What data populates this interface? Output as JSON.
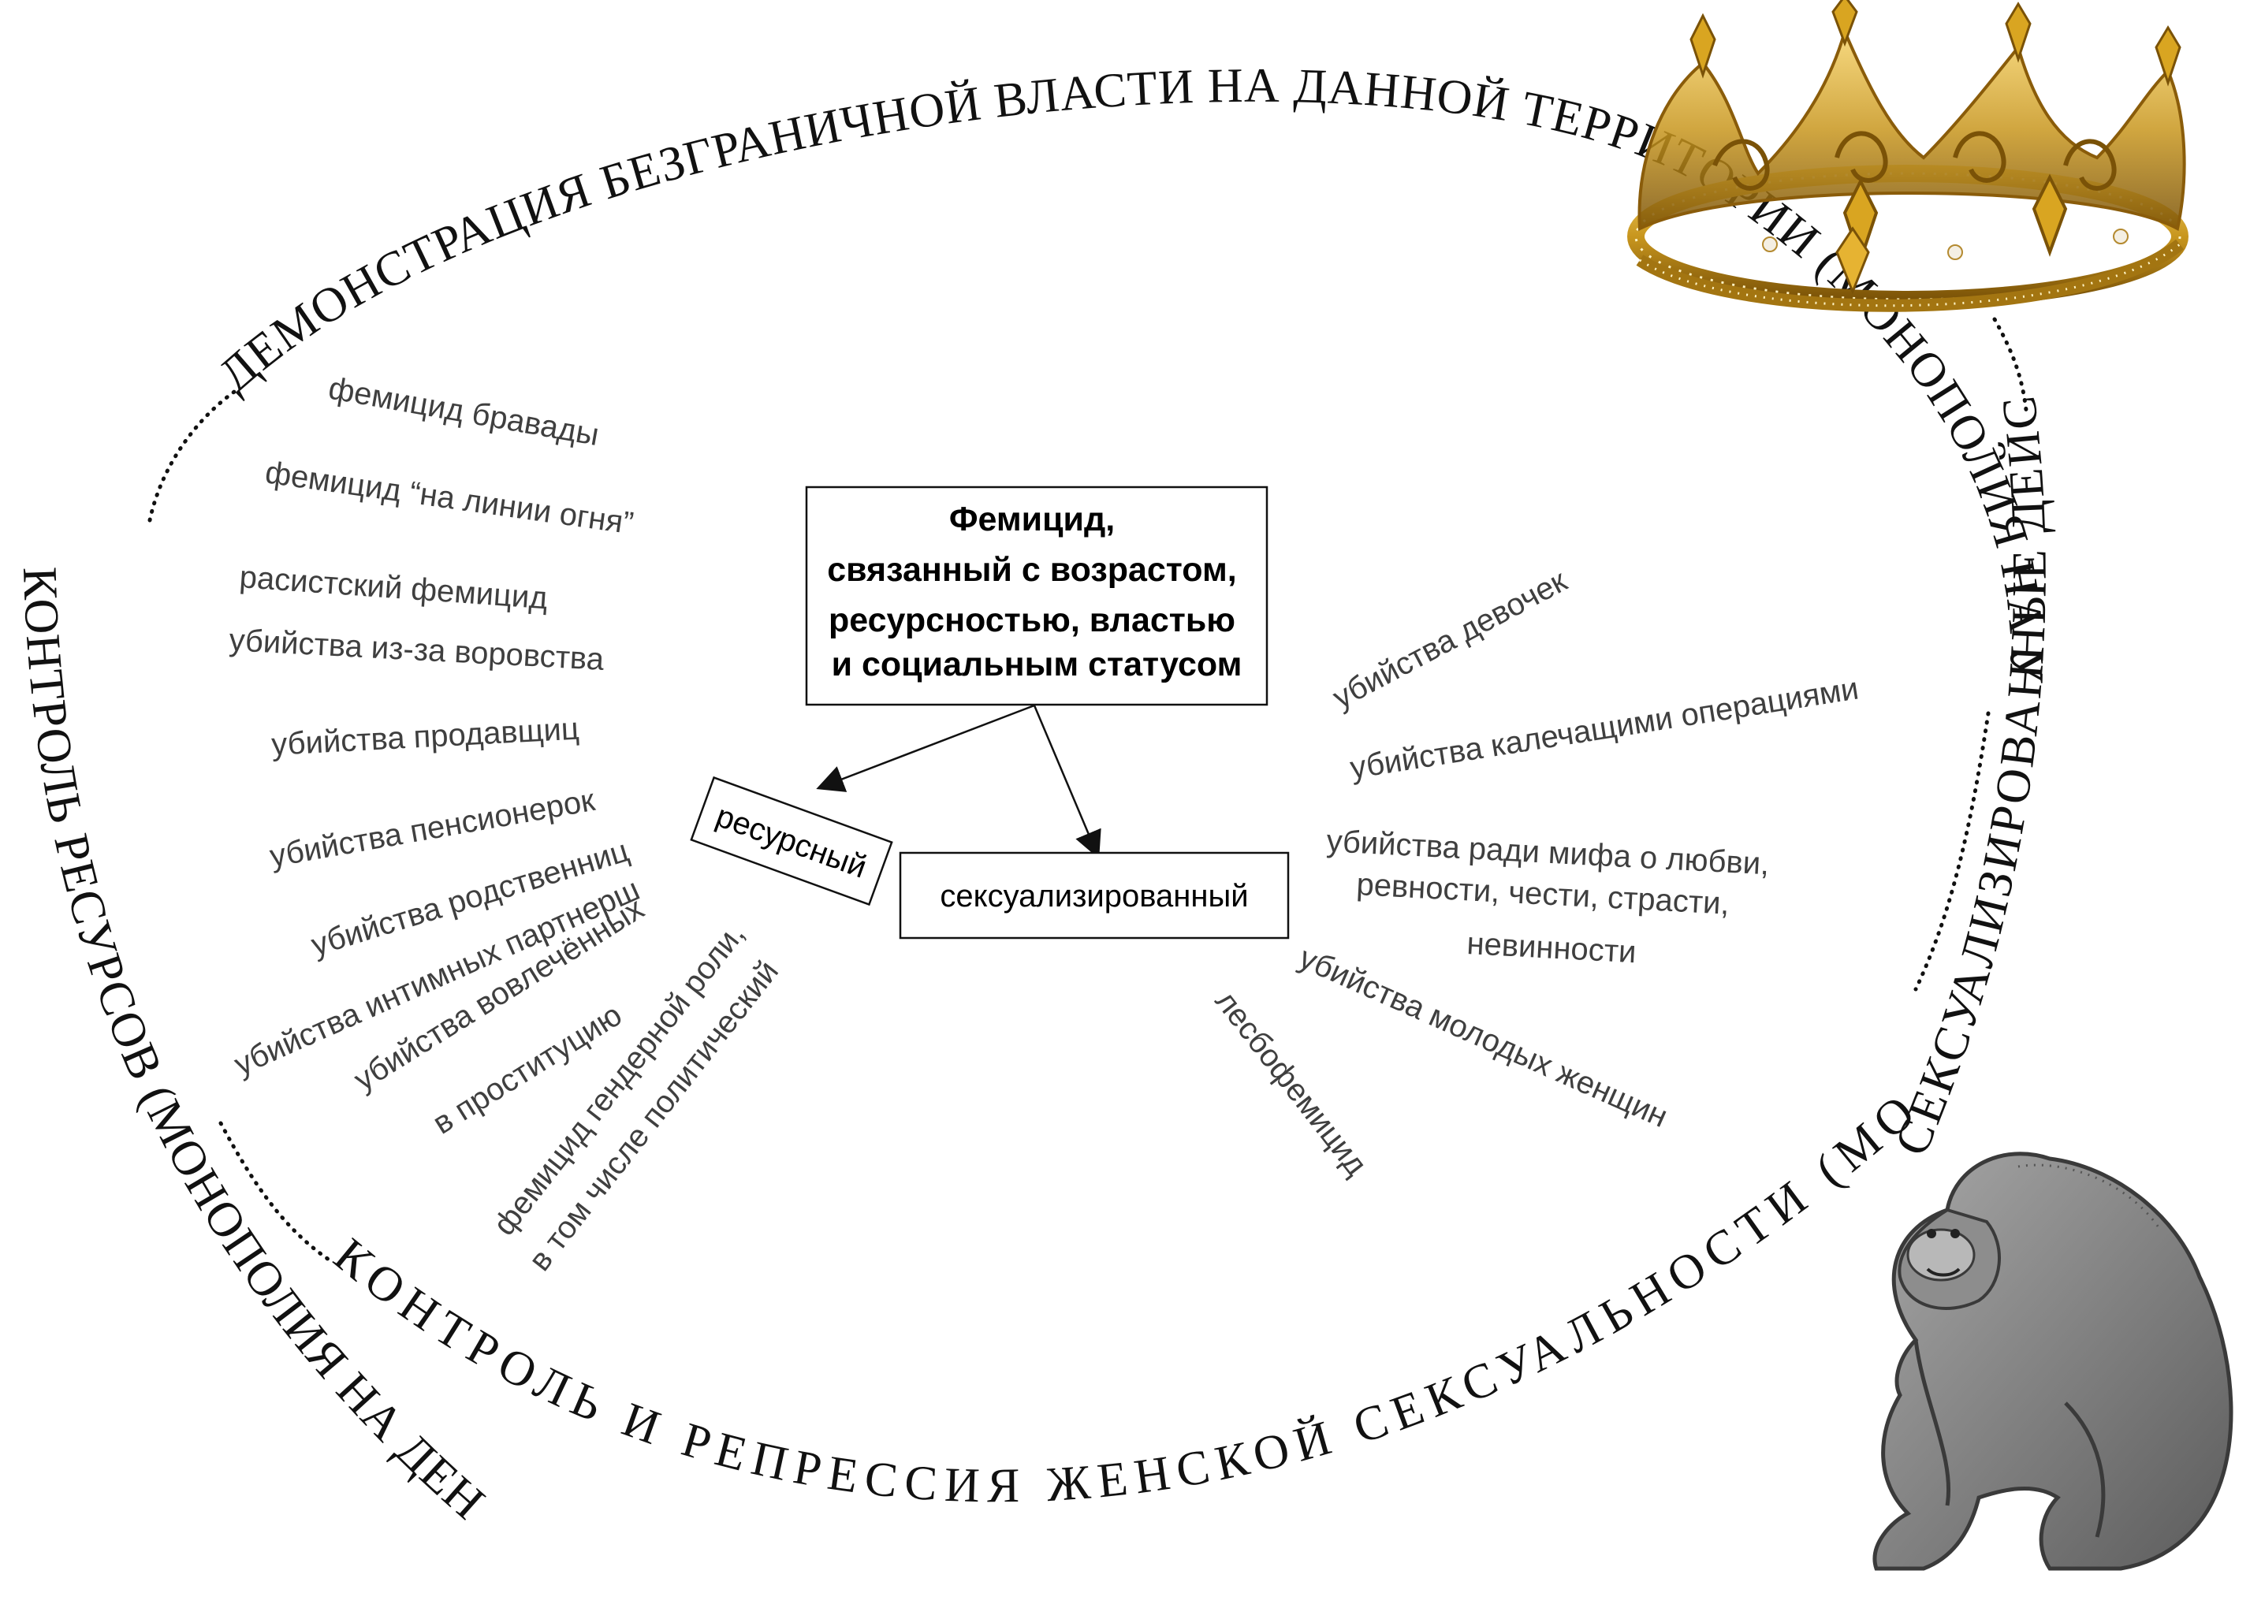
{
  "center": {
    "lines": [
      "Фемицид,",
      "связанный с возрастом,",
      "ресурсностью, властью",
      "и социальным статусом"
    ]
  },
  "boxes": {
    "resource": "ресурсный",
    "sexualized": "сексуализированный"
  },
  "arcs": {
    "power": "ДЕМОНСТРАЦИЯ БЕЗГРАНИЧНОЙ ВЛАСТИ НА ДАННОЙ ТЕРРИТОРИИ (МОНОПОЛИЯ НА УБИЙСТВО)",
    "resources": "КОНТРОЛЬ РЕСУРСОВ (МОНОПОЛИЯ НА ДЕНЬГИ)",
    "repression": "КОНТРОЛЬ И РЕПРЕССИЯ ЖЕНСКОЙ СЕКСУАЛЬНОСТИ (МОНОПОЛИЯ НА ЛЮБЫЕ",
    "sexual_actions": "СЕКСУАЛИЗИРОВАННЫЕ ДЕЙСТВИЯ)"
  },
  "left_items": [
    "фемицид бравады",
    "фемицид “на линии огня”",
    "расистский фемицид",
    "убийства из-за воровства",
    "убийства продавщиц",
    "убийства пенсионерок",
    "убийства родственниц",
    "убийства интимных партнерш",
    "убийства вовлечённых",
    "в проституцию",
    "фемицид гендерной роли,",
    "в том числе политический"
  ],
  "right_items": [
    "убийства девочек",
    "убийства калечащими  операциями",
    "убийства ради мифа о любви,",
    "ревности, чести, страсти,",
    "невинности",
    "убийства молодых женщин",
    "лесбофемицид"
  ],
  "illustrations": {
    "crown": "crown-illustration",
    "gorilla": "gorilla-illustration"
  }
}
